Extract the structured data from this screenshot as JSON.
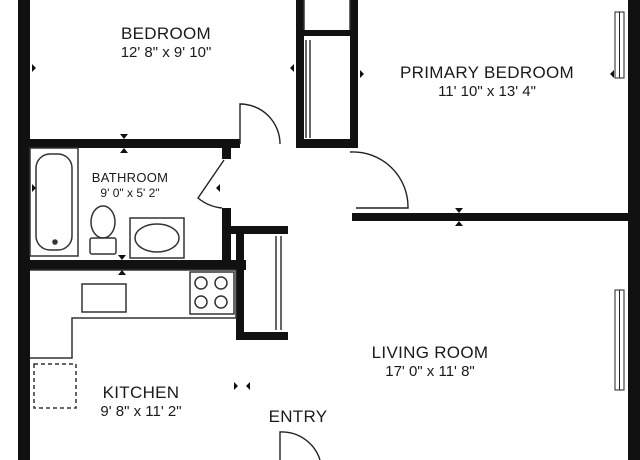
{
  "colors": {
    "wall": "#111111",
    "fixture": "#333333",
    "background": "#ffffff"
  },
  "rooms": {
    "bedroom": {
      "name": "BEDROOM",
      "dims": "12' 8\" x 9' 10\""
    },
    "primary_bedroom": {
      "name": "PRIMARY BEDROOM",
      "dims": "11' 10\" x 13' 4\""
    },
    "bathroom": {
      "name": "BATHROOM",
      "dims": "9' 0\" x 5' 2\""
    },
    "kitchen": {
      "name": "KITCHEN",
      "dims": "9' 8\" x 11' 2\""
    },
    "living_room": {
      "name": "LIVING ROOM",
      "dims": "17' 0\" x 11' 8\""
    },
    "entry": {
      "name": "ENTRY"
    }
  }
}
